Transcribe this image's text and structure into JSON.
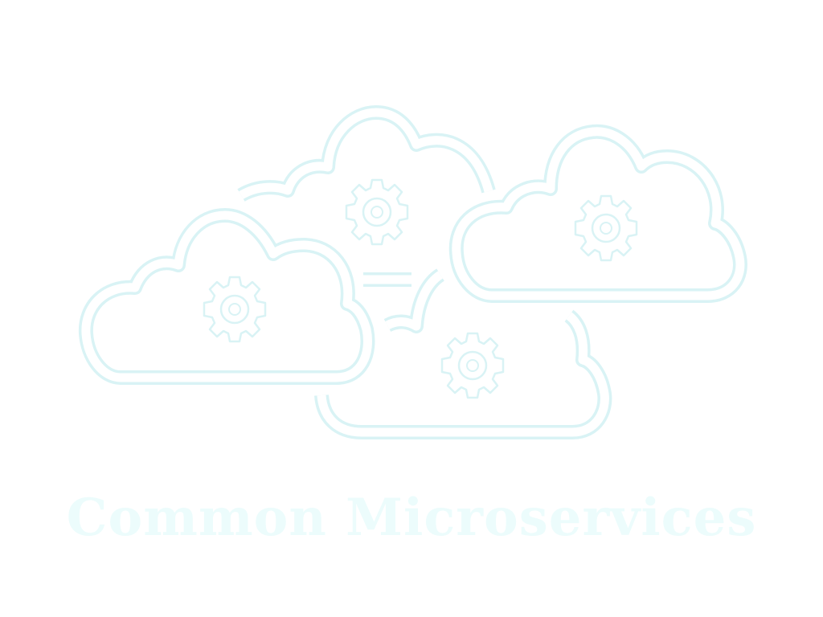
{
  "caption": {
    "text": "Common Microservices"
  },
  "colors": {
    "background": "#ffffff",
    "outline": "#d9f3f5",
    "outline_inner": "#ffffff",
    "caption": "#ecfcfc"
  },
  "illustration": {
    "icon": "cloud-gears-icon",
    "clouds": [
      {
        "name": "cloud-top-center",
        "icon": "gear-icon"
      },
      {
        "name": "cloud-top-right",
        "icon": "gear-icon"
      },
      {
        "name": "cloud-left",
        "icon": "gear-icon"
      },
      {
        "name": "cloud-bottom-center",
        "icon": "gear-icon"
      }
    ]
  }
}
